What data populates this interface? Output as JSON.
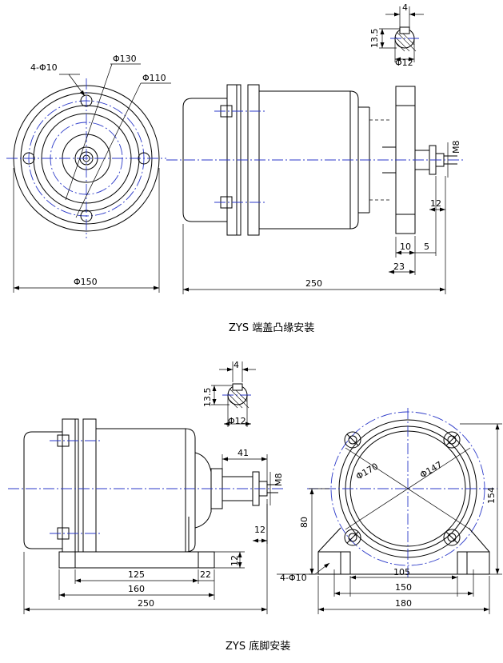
{
  "top_drawing": {
    "caption": "ZYS 端盖凸缘安装",
    "shaft_section": {
      "key_width": "4",
      "height": "13.5",
      "diameter": "Φ12"
    },
    "front_view": {
      "holes": "4-Φ10",
      "pcd_outer": "Φ130",
      "pcd_inner": "Φ110",
      "flange": "Φ150"
    },
    "side_view": {
      "total_length": "250",
      "thread": "M8",
      "shaft_ext": "12",
      "flange_w": "10",
      "offset": "5",
      "spigot": "23"
    }
  },
  "bottom_drawing": {
    "caption": "ZYS 底脚安装",
    "shaft_section": {
      "key_width": "4",
      "height": "13.5",
      "diameter": "Φ12"
    },
    "side_view": {
      "shaft_len": "41",
      "thread": "M8",
      "shaft_ext": "12",
      "foot_h": "12",
      "foot_a": "125",
      "foot_a2": "22",
      "foot_b": "160",
      "total_length": "250"
    },
    "end_view": {
      "dia_outer": "Φ170",
      "dia_inner": "Φ147",
      "height_total": "154",
      "center_h": "80",
      "holes": "4-Φ10",
      "foot_inner": "105",
      "foot_mid": "150",
      "foot_outer": "180"
    }
  }
}
